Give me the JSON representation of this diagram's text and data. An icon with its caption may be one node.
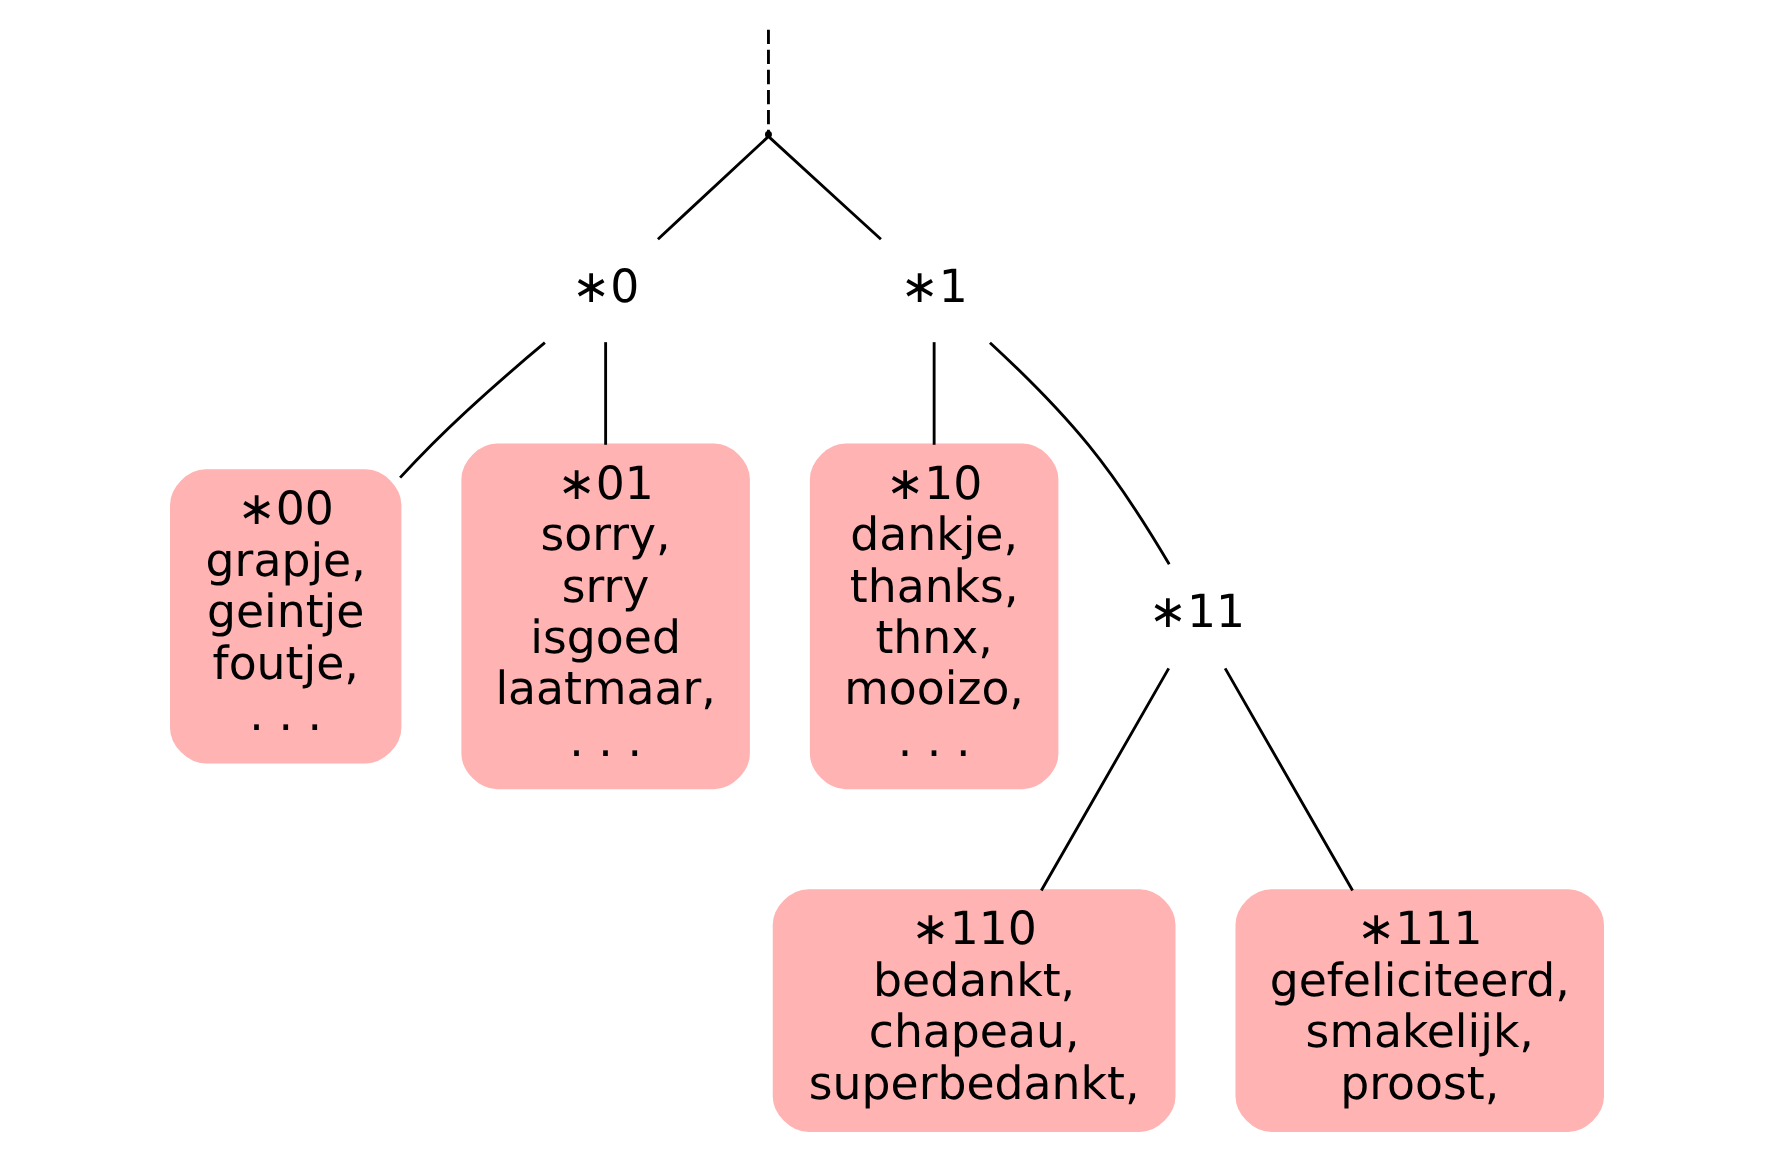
{
  "diagram": {
    "nodes": [
      {
        "text": [],
        "shape": "point"
      },
      {
        "text": [
          "∗0"
        ]
      },
      {
        "text": [
          "∗1"
        ]
      },
      {
        "text": [
          "∗00",
          "grapje, geintje foutje, . . ."
        ]
      },
      {
        "text": [
          "∗01",
          "sorry, srry isgoed laatmaar, . . ."
        ]
      },
      {
        "text": [
          "∗10",
          "dankje, thanks, thnx, mooizo, . . ."
        ]
      },
      {
        "text": [
          "∗11"
        ]
      },
      {
        "text": [
          "∗110",
          "bedankt, chapeau, superbedankt,"
        ]
      },
      {
        "text": [
          "∗111",
          "gefeliciteerd, smakelijk, proost,"
        ]
      }
    ],
    "edges": [
      {
        "from": null,
        "to": 0,
        "arrow": "none",
        "style": "dashed"
      },
      {
        "from": 0,
        "to": 1,
        "arrow": "none"
      },
      {
        "from": 0,
        "to": 2,
        "arrow": "none"
      },
      {
        "from": 1,
        "to": 3,
        "arrow": "none"
      },
      {
        "from": 1,
        "to": 4,
        "arrow": "none"
      },
      {
        "from": 2,
        "to": 5,
        "arrow": "none"
      },
      {
        "from": 2,
        "to": 6,
        "arrow": "none"
      },
      {
        "from": 6,
        "to": 7,
        "arrow": "none"
      },
      {
        "from": 6,
        "to": 8,
        "arrow": "none"
      }
    ]
  }
}
